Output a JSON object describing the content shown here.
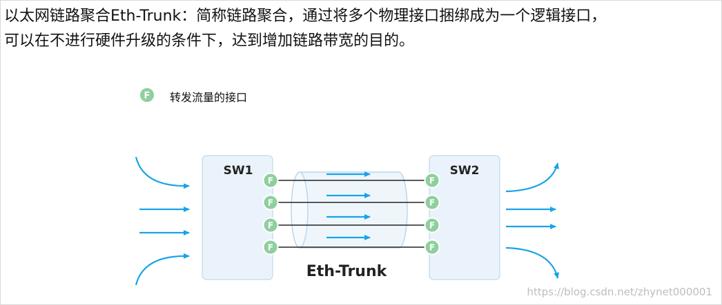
{
  "intro": {
    "line1": "以太网链路聚合Eth-Trunk：简称链路聚合，通过将多个物理接口捆绑成为一个逻辑接口，",
    "line2": "可以在不进行硬件升级的条件下，达到增加链路带宽的目的。"
  },
  "legend": {
    "badge": "F",
    "label": "转发流量的接口"
  },
  "diagram": {
    "sw1_label": "SW1",
    "sw2_label": "SW2",
    "trunk_label": "Eth-Trunk",
    "port_letter": "F",
    "link_count": 4
  },
  "colors": {
    "port_green": "#8fcf9e",
    "switch_fill": "#eaf3fb",
    "switch_border": "#c9dff0",
    "arrow_blue": "#19a3e6",
    "link_line": "#222222"
  },
  "watermark": "https://blog.csdn.net/zhynet000001"
}
